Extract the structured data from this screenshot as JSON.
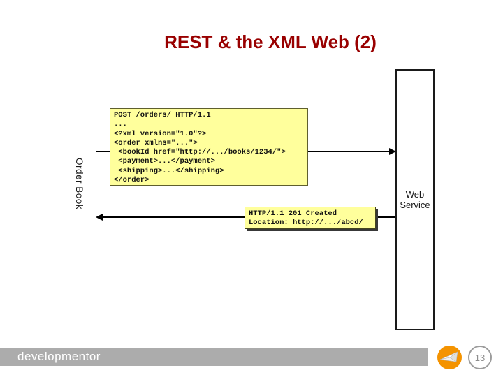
{
  "slide": {
    "title": "REST & the XML Web (2)",
    "page_number": "13",
    "brand": "developmentor"
  },
  "diagram": {
    "client_label": "Order Book",
    "service_label": "Web Service",
    "request": {
      "lines": [
        "POST /orders/ HTTP/1.1",
        "...",
        "<?xml version=\"1.0\"?>",
        "<order xmlns=\"...\">",
        " <bookId href=\"http://.../books/1234/\">",
        " <payment>...</payment>",
        " <shipping>...</shipping>",
        "</order>"
      ]
    },
    "response": {
      "lines": [
        "HTTP/1.1 201 Created",
        "Location: http://.../abcd/"
      ]
    }
  },
  "icons": {
    "logo": "paper-airplane-icon"
  },
  "colors": {
    "title_red": "#990000",
    "code_box_bg": "#FFFF9C",
    "code_box_border": "#5F5F2E",
    "footer_gray": "#ACACAC",
    "logo_orange": "#F49300",
    "page_circle_gray": "#9C9C9C"
  }
}
